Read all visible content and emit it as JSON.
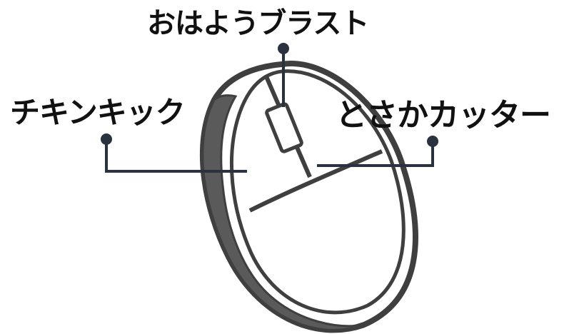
{
  "callouts": {
    "top": "おはようブラスト",
    "left": "チキンキック",
    "right": "とさかカッター"
  },
  "colors": {
    "mouse_outline": "#3f3f3f",
    "mouse_side": "#5a5a5a",
    "leader_line": "#2a3240",
    "text": "#111111",
    "background": "#ffffff"
  }
}
